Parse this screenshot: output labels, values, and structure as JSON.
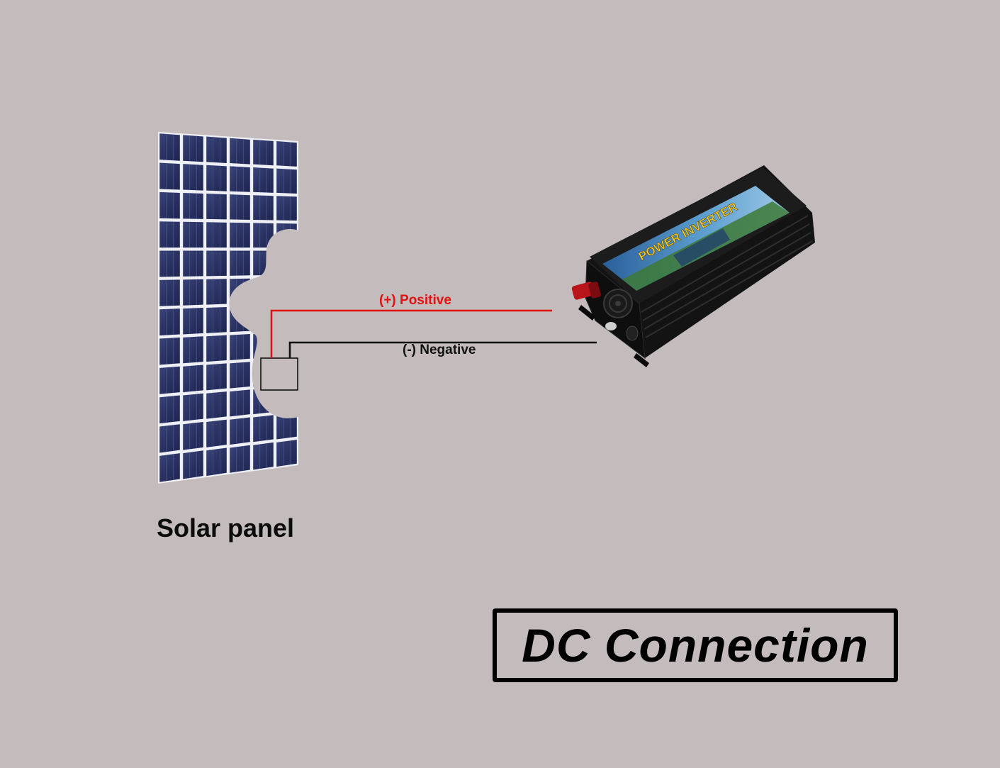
{
  "labels": {
    "solar_panel": "Solar panel",
    "positive": "(+) Positive",
    "negative": "(-) Negative",
    "connection_type": "DC Connection",
    "inverter_brand_text": "POWER INVERTER"
  },
  "colors": {
    "background": "#c4bcbc",
    "positive_wire": "#e31010",
    "negative_wire": "#101010",
    "panel_cell": "#2a3260",
    "inverter_body": "#151515"
  },
  "icons": {
    "panel": "solar-panel-icon",
    "inverter": "power-inverter-icon",
    "junction_box": "junction-box-icon"
  }
}
